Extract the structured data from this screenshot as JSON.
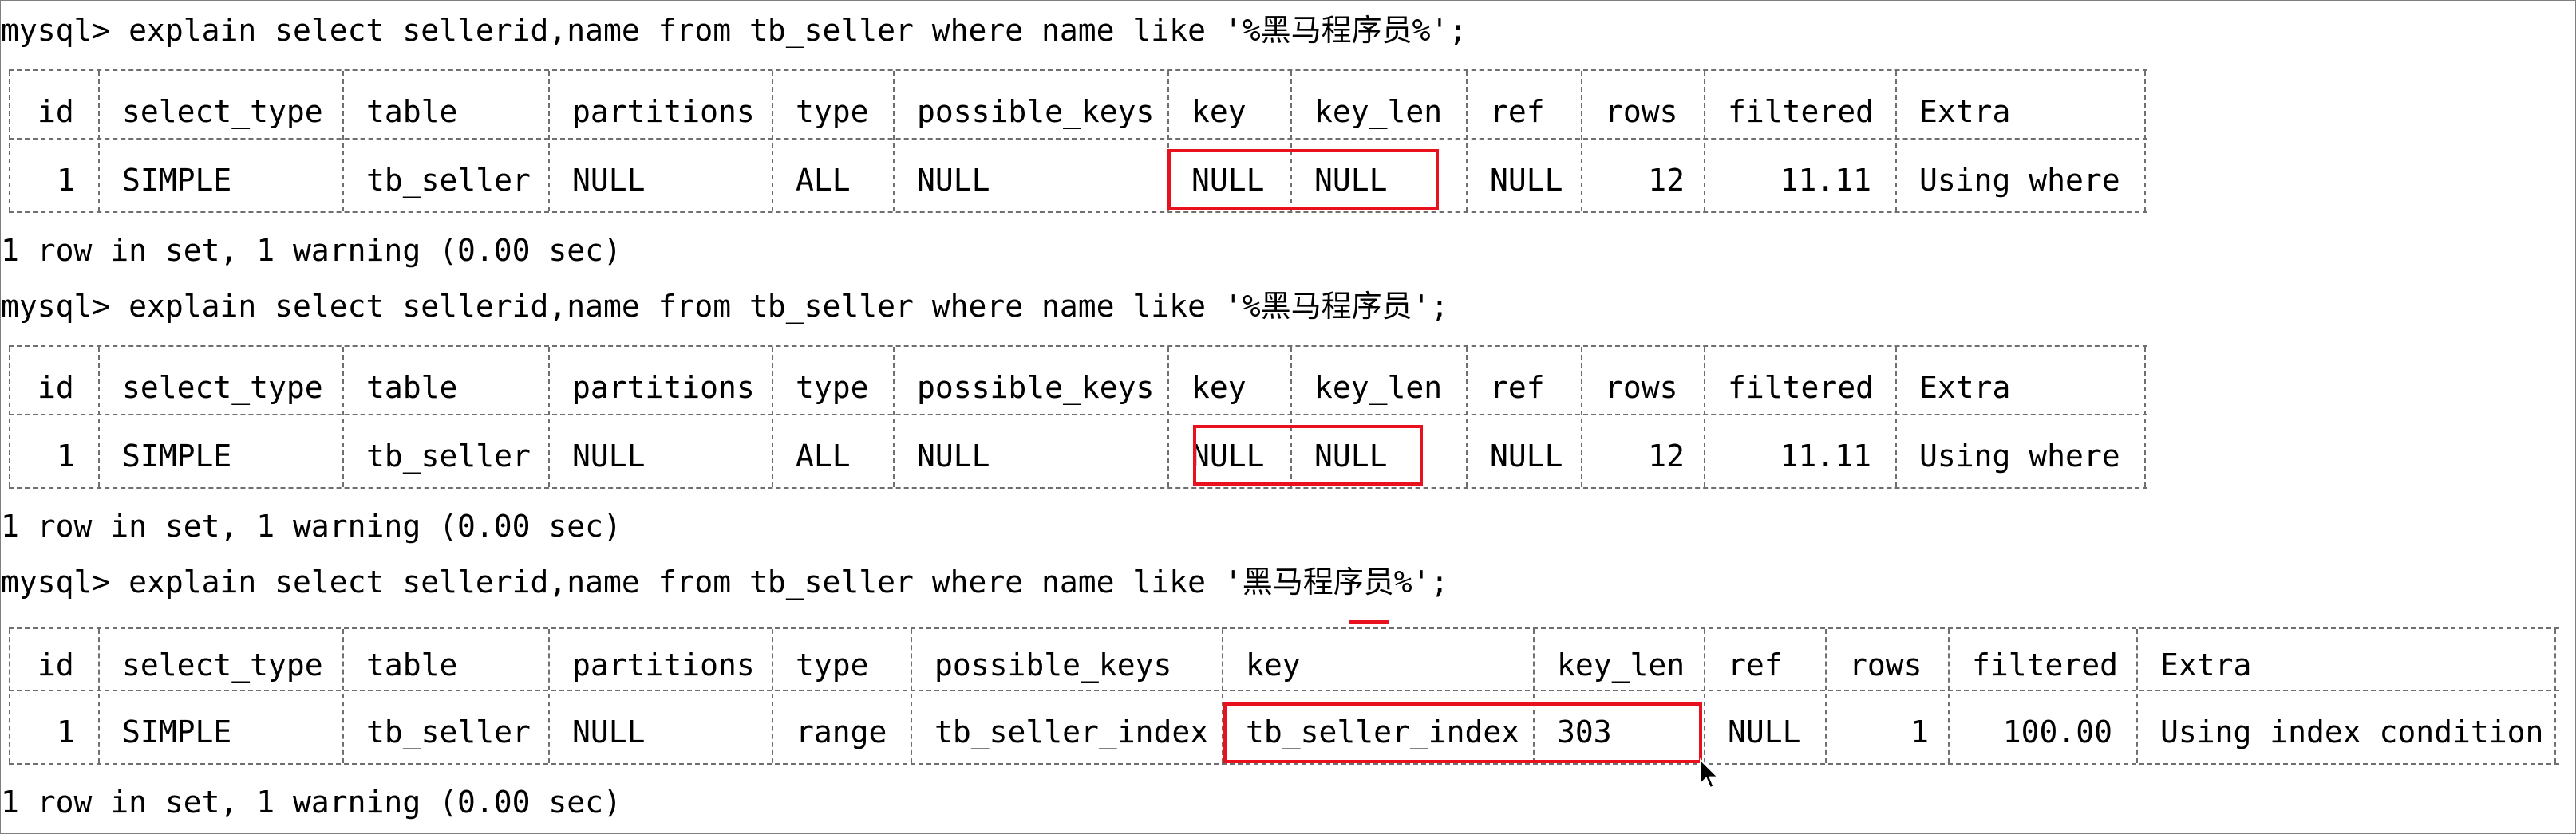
{
  "blocks": [
    {
      "command": "mysql> explain select sellerid,name from tb_seller where name like '%黑马程序员%';",
      "headers": [
        "id",
        "select_type",
        "table",
        "partitions",
        "type",
        "possible_keys",
        "key",
        "key_len",
        "ref",
        "rows",
        "filtered",
        "Extra"
      ],
      "row": [
        "1",
        "SIMPLE",
        "tb_seller",
        "NULL",
        "ALL",
        "NULL",
        "NULL",
        "NULL",
        "NULL",
        "12",
        "11.11",
        "Using where"
      ],
      "status": "1 row in set, 1 warning (0.00 sec)"
    },
    {
      "command": "mysql> explain select sellerid,name from tb_seller where name like '%黑马程序员';",
      "headers": [
        "id",
        "select_type",
        "table",
        "partitions",
        "type",
        "possible_keys",
        "key",
        "key_len",
        "ref",
        "rows",
        "filtered",
        "Extra"
      ],
      "row": [
        "1",
        "SIMPLE",
        "tb_seller",
        "NULL",
        "ALL",
        "NULL",
        "NULL",
        "NULL",
        "NULL",
        "12",
        "11.11",
        "Using where"
      ],
      "status": "1 row in set, 1 warning (0.00 sec)"
    },
    {
      "command": "mysql> explain select sellerid,name from tb_seller where name like '黑马程序员%';",
      "headers": [
        "id",
        "select_type",
        "table",
        "partitions",
        "type",
        "possible_keys",
        "key",
        "key_len",
        "ref",
        "rows",
        "filtered",
        "Extra"
      ],
      "row": [
        "1",
        "SIMPLE",
        "tb_seller",
        "NULL",
        "range",
        "tb_seller_index",
        "tb_seller_index",
        "303",
        "NULL",
        "1",
        "100.00",
        "Using index condition"
      ],
      "status": "1 row in set, 1 warning (0.00 sec)"
    }
  ],
  "colors": {
    "highlight": "#e8111d",
    "border": "#6f6f6f",
    "text": "#000000"
  },
  "icons": {
    "cursor": "mouse-pointer-icon"
  }
}
